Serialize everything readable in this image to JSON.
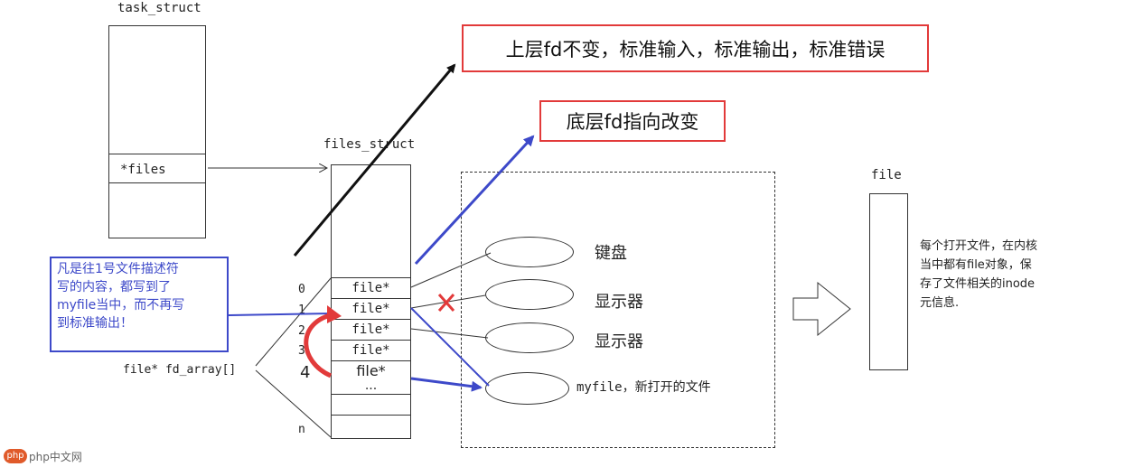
{
  "task_struct": {
    "title": "task_struct",
    "files_field": "*files"
  },
  "files_struct": {
    "title": "files_struct",
    "fd_array_label": "file* fd_array[]",
    "indices": [
      "0",
      "1",
      "2",
      "3",
      "4",
      "n"
    ],
    "cells": [
      "file*",
      "file*",
      "file*",
      "file*",
      "file*",
      "..."
    ]
  },
  "callouts": {
    "upper": "上层fd不变，标准输入，标准输出，标准错误",
    "lower": "底层fd指向改变"
  },
  "note": {
    "lines": [
      "凡是往1号文件描述符",
      "写的内容，都写到了",
      "myfile当中，而不再写",
      "到标准输出！"
    ]
  },
  "devices": [
    "键盘",
    "显示器",
    "显示器",
    "myfile，新打开的文件"
  ],
  "file_obj": {
    "title": "file",
    "description_lines": [
      "每个打开文件，在内核",
      "当中都有file对象，保",
      "存了文件相关的inode",
      "元信息."
    ]
  },
  "watermark": "php中文网",
  "colors": {
    "red": "#e23a3a",
    "blue": "#3d49c9",
    "line": "#333333"
  }
}
